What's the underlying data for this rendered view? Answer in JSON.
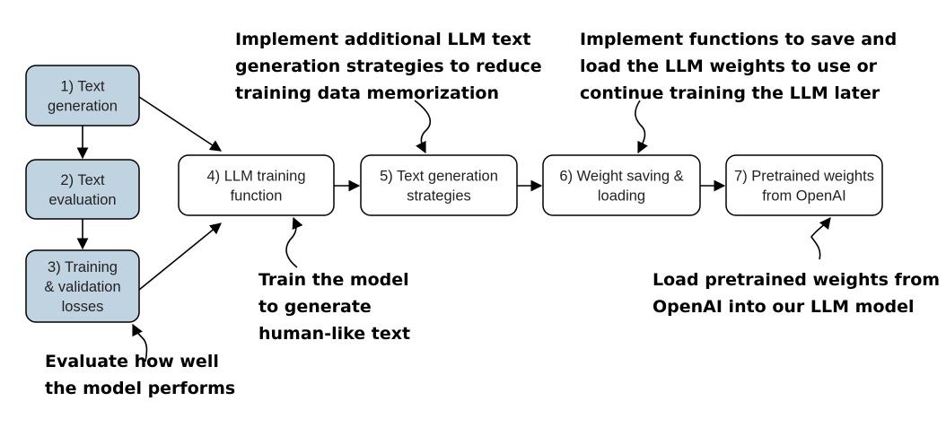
{
  "colors": {
    "shaded_fill": "#bfd4e0",
    "plain_fill": "#ffffff",
    "stroke": "#000000"
  },
  "boxes": [
    {
      "id": "text-generation",
      "lines": [
        "1) Text",
        "generation"
      ],
      "shaded": true
    },
    {
      "id": "text-evaluation",
      "lines": [
        "2) Text",
        "evaluation"
      ],
      "shaded": true
    },
    {
      "id": "training-validation-losses",
      "lines": [
        "3) Training",
        "& validation",
        "losses"
      ],
      "shaded": true
    },
    {
      "id": "llm-training-function",
      "lines": [
        "4) LLM training",
        "function"
      ],
      "shaded": false
    },
    {
      "id": "text-generation-strategies",
      "lines": [
        "5) Text generation",
        "strategies"
      ],
      "shaded": false
    },
    {
      "id": "weight-saving-loading",
      "lines": [
        "6) Weight saving &",
        "loading"
      ],
      "shaded": false
    },
    {
      "id": "pretrained-weights-openai",
      "lines": [
        "7) Pretrained weights",
        "from OpenAI"
      ],
      "shaded": false
    }
  ],
  "annotations": [
    {
      "id": "strategies-note",
      "lines": [
        "Implement additional LLM text",
        "generation strategies to reduce",
        "training data memorization"
      ]
    },
    {
      "id": "save-load-note",
      "lines": [
        "Implement functions to save and",
        "load the LLM weights to use or",
        "continue training the LLM later"
      ]
    },
    {
      "id": "train-note",
      "lines": [
        "Train the model",
        "to generate",
        "human-like text"
      ]
    },
    {
      "id": "evaluate-note",
      "lines": [
        "Evaluate how well",
        "the model performs"
      ]
    },
    {
      "id": "load-pretrained-note",
      "lines": [
        "Load pretrained weights from",
        "OpenAI into our LLM model"
      ]
    }
  ]
}
